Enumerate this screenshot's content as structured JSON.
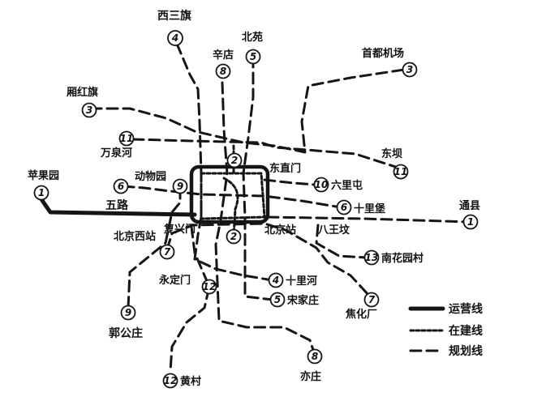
{
  "stations": {
    "xisanqi": "西三旗",
    "xindian": "辛店",
    "beiyuan": "北苑",
    "shoudu_airport": "首都机场",
    "yuanhongqi": "厢红旗",
    "wanquanhe": "万泉河",
    "dongba": "东坝",
    "pingguoyuan": "苹果园",
    "dongwuyuan": "动物园",
    "dongzhimen": "东直门",
    "liulitun": "六里屯",
    "wulu": "五路",
    "shilipu": "十里堡",
    "tongxian": "通县",
    "beijing_west": "北京西站",
    "fuxingmen": "复兴门",
    "beijing_station": "北京站",
    "bawangfen": "八王坟",
    "nanhuayuan": "南花园村",
    "yongdingmen": "永定门",
    "shilihe": "十里河",
    "songjiazhuang": "宋家庄",
    "jiaohuachang": "焦化厂",
    "guogongzhuang": "郭公庄",
    "huangcun": "黄村",
    "yizhuang": "亦庄"
  },
  "line_numbers": {
    "l1": "1",
    "l2": "2",
    "l3": "3",
    "l4": "4",
    "l5": "5",
    "l6": "6",
    "l7": "7",
    "l8": "8",
    "l9": "9",
    "l10": "10",
    "l11": "11",
    "l12": "12",
    "l13": "13"
  },
  "legend": {
    "operating": "运营线",
    "construction": "在建线",
    "planned": "规划线"
  }
}
